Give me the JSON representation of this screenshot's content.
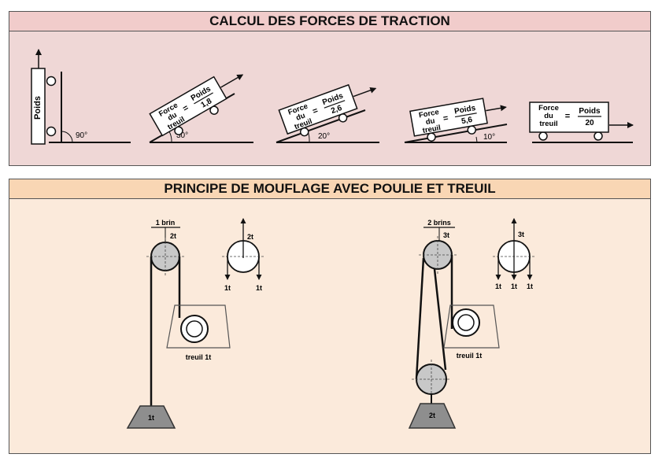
{
  "traction": {
    "title": "CALCUL DES FORCES DE TRACTION",
    "vertical": {
      "label": "Poids",
      "angle": "90°"
    },
    "force_word_1": "Force",
    "force_word_2": "du",
    "force_word_3": "treuil",
    "equals": "=",
    "numerator": "Poids",
    "cases": [
      {
        "angle": "30°",
        "divisor": "1,8"
      },
      {
        "angle": "20°",
        "divisor": "2,6"
      },
      {
        "angle": "10°",
        "divisor": "5,6"
      },
      {
        "angle": "",
        "divisor": "20"
      }
    ]
  },
  "mouflage": {
    "title": "PRINCIPE DE MOUFLAGE AVEC POULIE ET TREUIL",
    "left": {
      "strands": "1 brin",
      "top_load": "2t",
      "winch": "treuil 1t",
      "weight": "1t",
      "fbd_top": "2t",
      "fbd_bottom": [
        "1t",
        "1t"
      ]
    },
    "right": {
      "strands": "2 brins",
      "top_load": "3t",
      "winch": "treuil 1t",
      "weight": "2t",
      "fbd_top": "3t",
      "fbd_bottom": [
        "1t",
        "1t",
        "1t"
      ]
    }
  }
}
